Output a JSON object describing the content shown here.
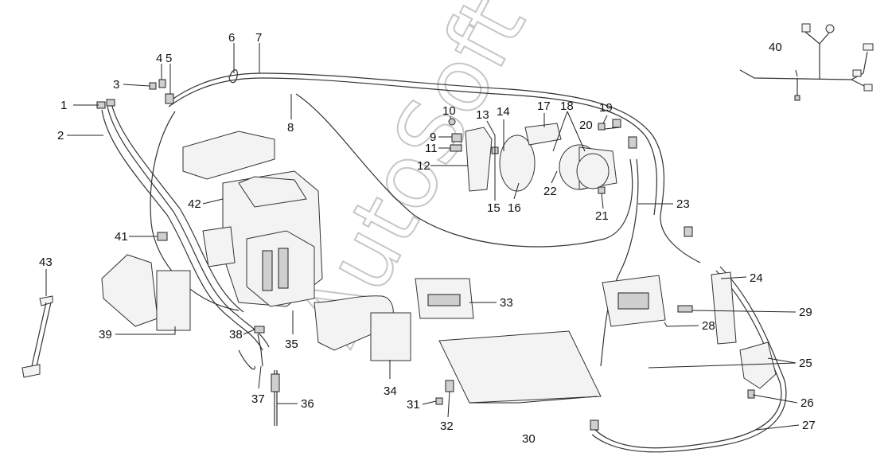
{
  "watermark": "AutoSoft",
  "callouts": {
    "c1": "1",
    "c2": "2",
    "c3": "3",
    "c4": "4",
    "c5": "5",
    "c6": "6",
    "c7": "7",
    "c8": "8",
    "c9": "9",
    "c10": "10",
    "c11": "11",
    "c12": "12",
    "c13": "13",
    "c14": "14",
    "c15": "15",
    "c16": "16",
    "c17": "17",
    "c18": "18",
    "c19": "19",
    "c20": "20",
    "c21": "21",
    "c22": "22",
    "c23": "23",
    "c24": "24",
    "c25": "25",
    "c26": "26",
    "c27": "27",
    "c28": "28",
    "c29": "29",
    "c30": "30",
    "c31": "31",
    "c32": "32",
    "c33": "33",
    "c34": "34",
    "c35": "35",
    "c36": "36",
    "c37": "37",
    "c38": "38",
    "c39": "39",
    "c40": "40",
    "c41": "41",
    "c42": "42",
    "c43": "43"
  }
}
